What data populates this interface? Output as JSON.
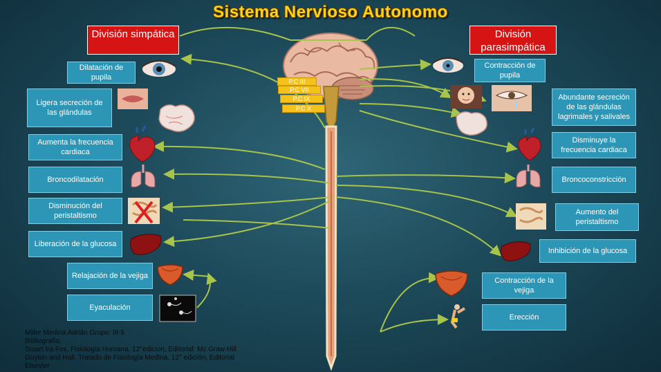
{
  "title": "Sistema Nervioso Autonomo",
  "divisions": {
    "simpatica": "División simpática",
    "parasimpatica": "División parasimpática"
  },
  "sympathetic": [
    "Dilatación de pupila",
    "Ligera secreción de las glándulas",
    "Aumenta la frecuencia cardiaca",
    "Broncodilatación",
    "Disminución del peristaltismo",
    "Liberación de la glucosa",
    "Relajación de la vejiga",
    "Eyaculación"
  ],
  "parasympathetic": [
    "Contracción de pupila",
    "Abundante secreción de las glándulas lagrimales y salivales",
    "Disminuye la frecuencia cardiaca",
    "Broncoconstricción",
    "Aumento del peristaltismo",
    "Inhibición de la glucosa",
    "Contracción de la vejiga",
    "Erección"
  ],
  "cranial_nerves": [
    "P.C III",
    "P.C VII",
    "P.C IX",
    "P.C X"
  ],
  "credits": {
    "author": "Miller Medina Adrián   Grupo: III-5",
    "heading": "Bibliografía:",
    "ref1": " Stuart Ira Fox, Fisiología Humana, 12°edicion, Editorial: Mc Graw Hill",
    "ref2": "Guyton and Hall, Tratado de Fisiología Medina, 12° edición, Editorial",
    "ref3": "Elsevier"
  },
  "icons": [
    "eye-icon",
    "lips-icon",
    "gland-icon",
    "heart-icon",
    "lungs-icon",
    "intestine-crossed-icon",
    "liver-icon",
    "bladder-icon",
    "sperm-icon",
    "baby-icon",
    "tear-eye-icon",
    "intestine-icon",
    "penis-icon",
    "brain-icon",
    "spinal-cord-icon"
  ],
  "colors": {
    "red_box": "#d61414",
    "blue_box": "#2d95b5",
    "nerve_box": "#f5c21b",
    "title": "#ffd21e",
    "lines": "#a8c44a"
  }
}
